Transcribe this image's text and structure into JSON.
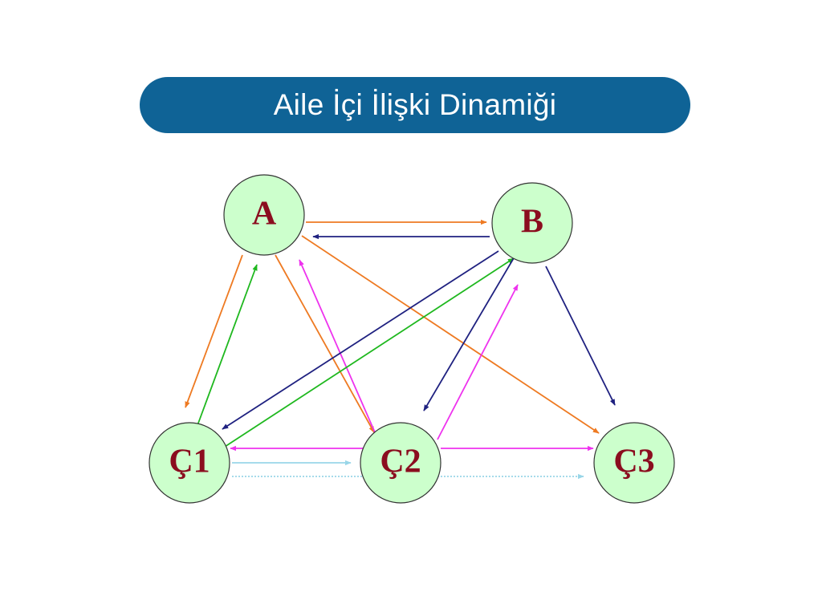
{
  "title": "Aile İçi İlişki Dinamiği",
  "colors": {
    "banner": "#0f6396",
    "node_fill": "#ccffcc",
    "node_stroke": "#333333",
    "node_text": "#8b0d1f",
    "orange": "#ee7a22",
    "navy": "#1f2180",
    "green": "#1fb81f",
    "magenta": "#ee33ee",
    "light_blue": "#99d6e8"
  },
  "nodes": [
    {
      "id": "A",
      "label": "A"
    },
    {
      "id": "B",
      "label": "B"
    },
    {
      "id": "C1",
      "label": "Ç1"
    },
    {
      "id": "C2",
      "label": "Ç2"
    },
    {
      "id": "C3",
      "label": "Ç3"
    }
  ],
  "edges": [
    {
      "from": "A",
      "to": "B",
      "color": "orange"
    },
    {
      "from": "B",
      "to": "A",
      "color": "navy"
    },
    {
      "from": "A",
      "to": "C1",
      "color": "orange"
    },
    {
      "from": "C1",
      "to": "A",
      "color": "green"
    },
    {
      "from": "A",
      "to": "C2",
      "color": "orange"
    },
    {
      "from": "C2",
      "to": "A",
      "color": "magenta"
    },
    {
      "from": "A",
      "to": "C3",
      "color": "orange"
    },
    {
      "from": "B",
      "to": "C1",
      "color": "navy"
    },
    {
      "from": "C1",
      "to": "B",
      "color": "green"
    },
    {
      "from": "B",
      "to": "C2",
      "color": "navy"
    },
    {
      "from": "C2",
      "to": "B",
      "color": "magenta"
    },
    {
      "from": "B",
      "to": "C3",
      "color": "navy"
    },
    {
      "from": "C2",
      "to": "C1",
      "color": "magenta"
    },
    {
      "from": "C2",
      "to": "C3",
      "color": "magenta"
    },
    {
      "from": "C1",
      "to": "C2",
      "color": "light_blue"
    },
    {
      "from": "C1",
      "to": "C3",
      "color": "light_blue",
      "dashed": true
    }
  ]
}
